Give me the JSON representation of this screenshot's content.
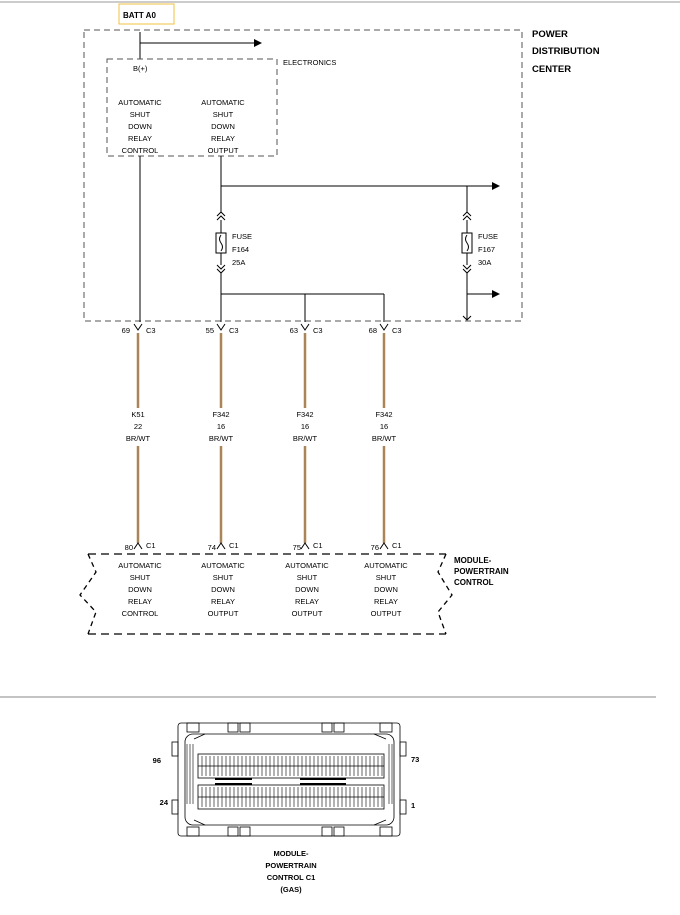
{
  "batt_label": "BATT A0",
  "pdc": {
    "title_lines": [
      "POWER",
      "DISTRIBUTION",
      "CENTER"
    ],
    "electronics_label": "ELECTRONICS",
    "bplus_label": "B(+)",
    "left_output": [
      "AUTOMATIC",
      "SHUT",
      "DOWN",
      "RELAY",
      "CONTROL"
    ],
    "right_output": [
      "AUTOMATIC",
      "SHUT",
      "DOWN",
      "RELAY",
      "OUTPUT"
    ],
    "fuse_a": {
      "label": "FUSE",
      "id": "F164",
      "rating": "25A"
    },
    "fuse_b": {
      "label": "FUSE",
      "id": "F167",
      "rating": "30A"
    }
  },
  "pdc_pins": [
    {
      "pin": "69",
      "conn": "C3"
    },
    {
      "pin": "55",
      "conn": "C3"
    },
    {
      "pin": "63",
      "conn": "C3"
    },
    {
      "pin": "68",
      "conn": "C3"
    }
  ],
  "wires": [
    {
      "circuit": "K51",
      "gauge": "22",
      "color": "BR/WT"
    },
    {
      "circuit": "F342",
      "gauge": "16",
      "color": "BR/WT"
    },
    {
      "circuit": "F342",
      "gauge": "16",
      "color": "BR/WT"
    },
    {
      "circuit": "F342",
      "gauge": "16",
      "color": "BR/WT"
    }
  ],
  "pcm_pins": [
    {
      "pin": "80",
      "conn": "C1"
    },
    {
      "pin": "74",
      "conn": "C1"
    },
    {
      "pin": "75",
      "conn": "C1"
    },
    {
      "pin": "76",
      "conn": "C1"
    }
  ],
  "pcm": {
    "title_lines": [
      "MODULE-",
      "POWERTRAIN",
      "CONTROL"
    ],
    "functions": [
      [
        "AUTOMATIC",
        "SHUT",
        "DOWN",
        "RELAY",
        "CONTROL"
      ],
      [
        "AUTOMATIC",
        "SHUT",
        "DOWN",
        "RELAY",
        "OUTPUT"
      ],
      [
        "AUTOMATIC",
        "SHUT",
        "DOWN",
        "RELAY",
        "OUTPUT"
      ],
      [
        "AUTOMATIC",
        "SHUT",
        "DOWN",
        "RELAY",
        "OUTPUT"
      ]
    ]
  },
  "connector": {
    "pin_96": "96",
    "pin_73": "73",
    "pin_24": "24",
    "pin_1": "1",
    "caption_lines": [
      "MODULE-",
      "POWERTRAIN",
      "CONTROL C1",
      "(GAS)"
    ]
  },
  "colors": {
    "wire_brown": "#8b5a2b",
    "wire_tan": "#d9c3a0",
    "batt_box": "#f0c040"
  }
}
